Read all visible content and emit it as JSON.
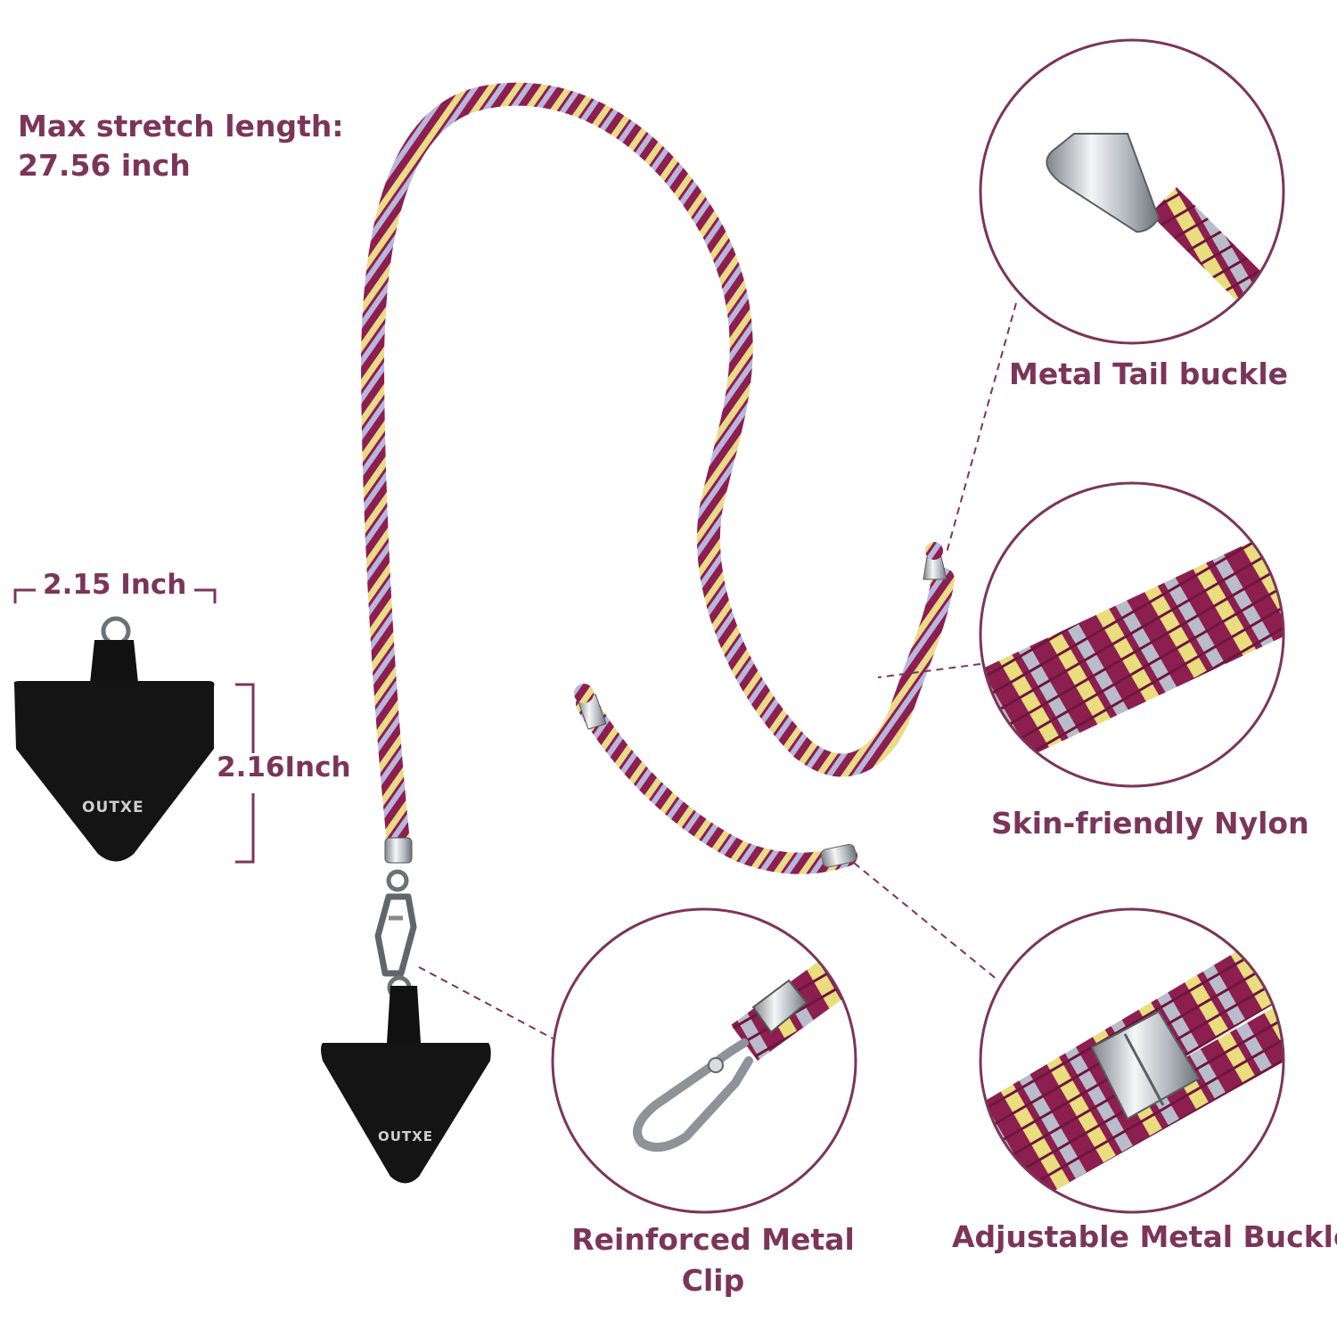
{
  "specs": {
    "max_stretch_line1": "Max stretch length:",
    "max_stretch_line2": "27.56 inch",
    "width": "2.15 Inch",
    "height": "2.16Inch"
  },
  "brand": "OUTXE",
  "features": [
    {
      "label": "Metal Tail buckle"
    },
    {
      "label": "Skin-friendly Nylon"
    },
    {
      "label": "Reinforced Metal Clip"
    },
    {
      "label": "Adjustable Metal Buckle"
    }
  ],
  "colors": {
    "text": "#7b3559",
    "cord_primary": "#8c1f4f",
    "cord_yellow": "#eadb86",
    "cord_lavender": "#b9b6dd",
    "patch": "#111111",
    "metal": "#c8ccd0"
  },
  "icons": [
    "cord-icon",
    "metal-tail-buckle-icon",
    "nylon-texture-icon",
    "snap-hook-clip-icon",
    "adjustable-buckle-icon",
    "tether-patch-icon"
  ]
}
